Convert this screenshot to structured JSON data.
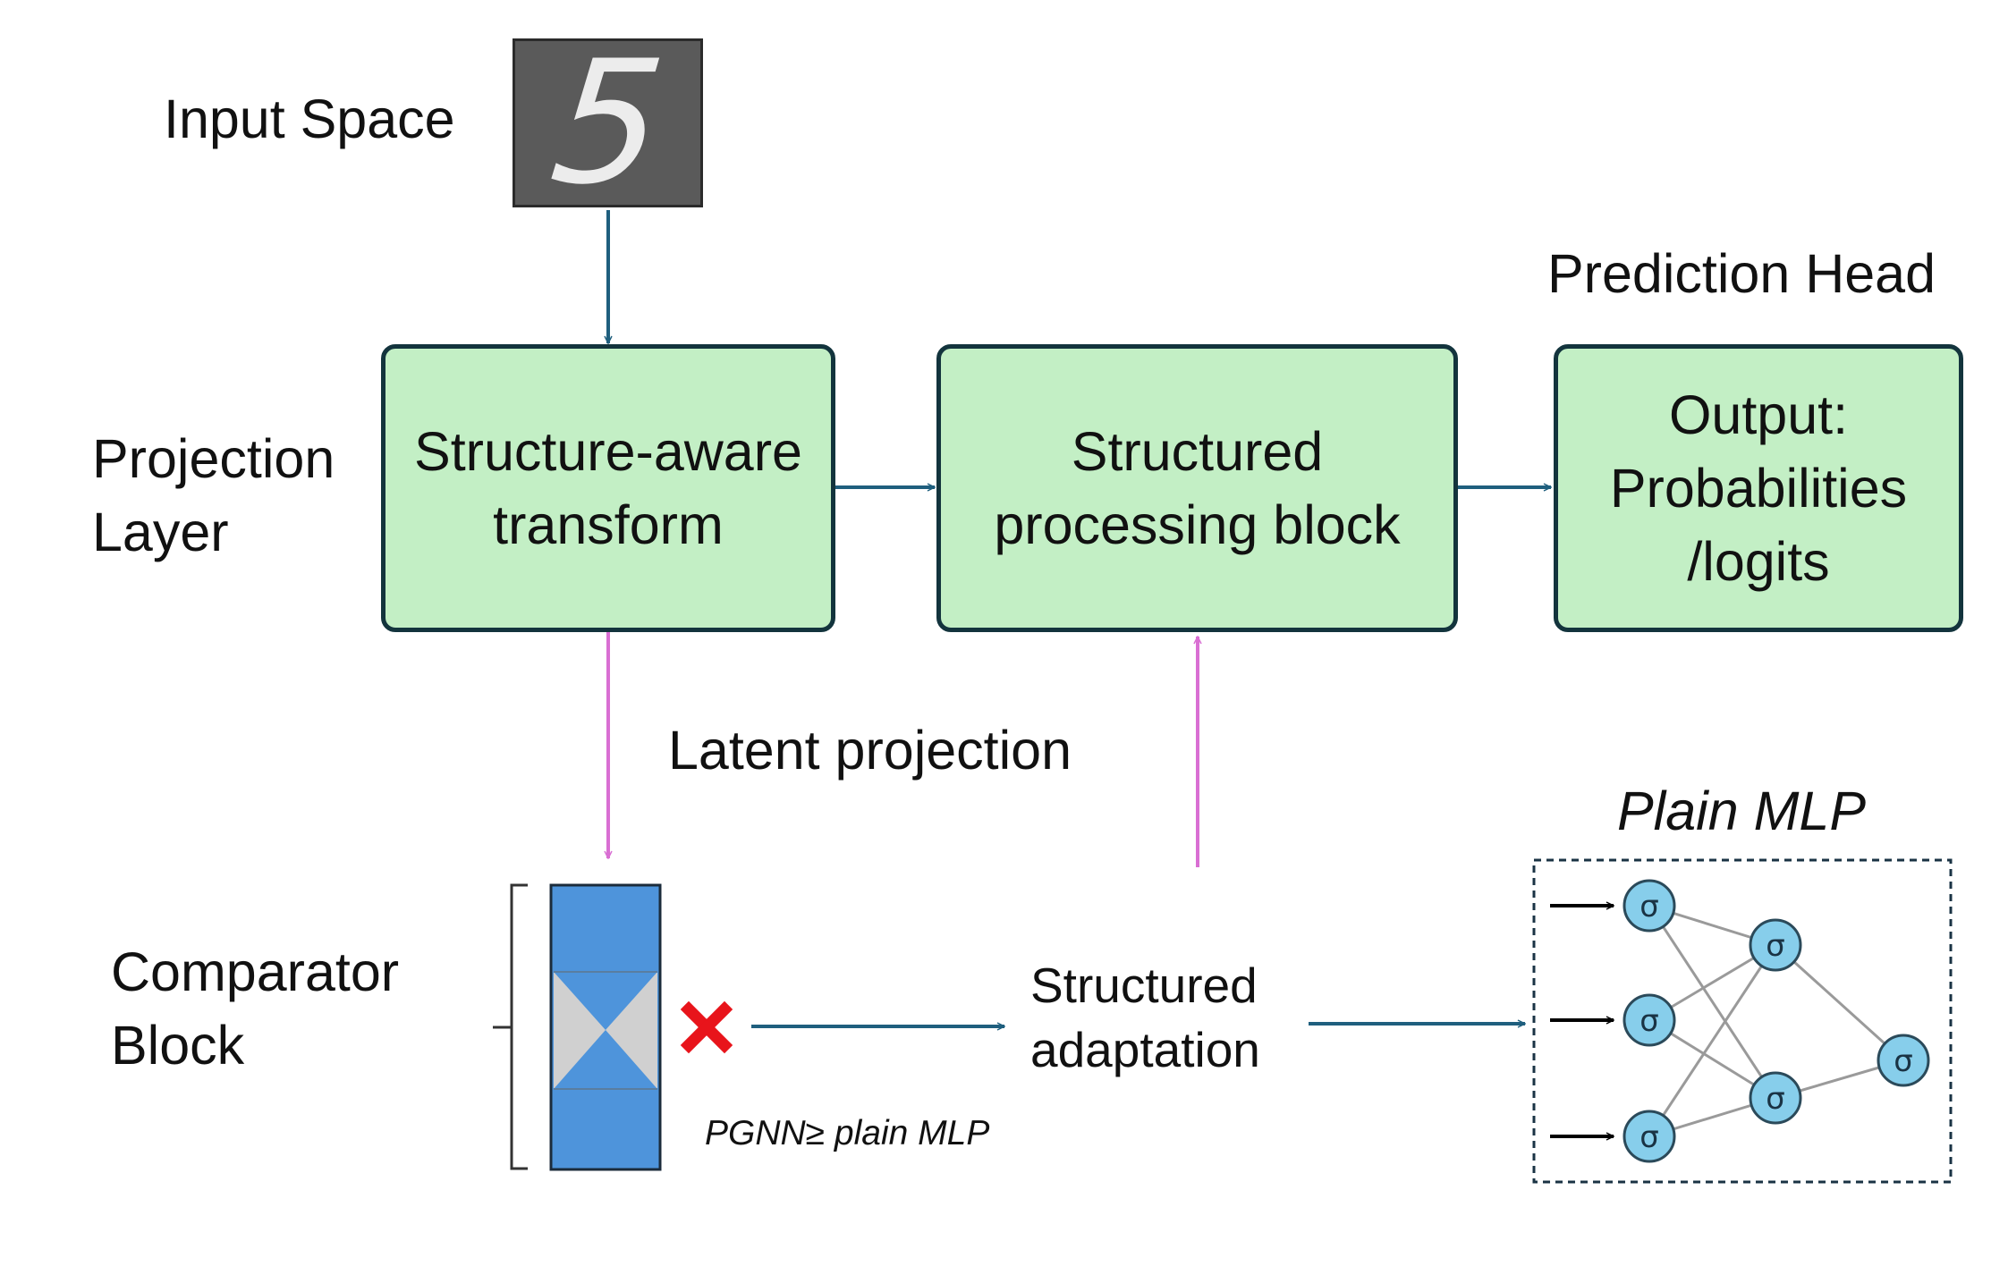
{
  "input": {
    "label": "Input Space",
    "image_digit": "5"
  },
  "projection": {
    "label_line1": "Projection",
    "label_line2": "Layer",
    "box_line1": "Structure-aware",
    "box_line2": "transform"
  },
  "processing": {
    "box_line1": "Structured",
    "box_line2": "processing block"
  },
  "prediction": {
    "label": "Prediction Head",
    "box_line1": "Output:",
    "box_line2": "Probabilities",
    "box_line3": "/logits"
  },
  "latent": {
    "label": "Latent projection"
  },
  "comparator": {
    "label_line1": "Comparator",
    "label_line2": "Block",
    "cross_icon": "x-mark-icon",
    "note": "PGNN≥ plain MLP"
  },
  "adaptation": {
    "label_line1": "Structured",
    "label_line2": "adaptation"
  },
  "mlp": {
    "title": "Plain MLP",
    "neuron_symbol": "σ"
  },
  "colors": {
    "box_fill": "#c3efc5",
    "box_border": "#13343d",
    "flow_arrow": "#1f5f7e",
    "latent_arrow": "#d96fd3",
    "comparator_fill": "#4e94db",
    "neuron_fill": "#87ceeb",
    "cross": "#e8141b"
  }
}
